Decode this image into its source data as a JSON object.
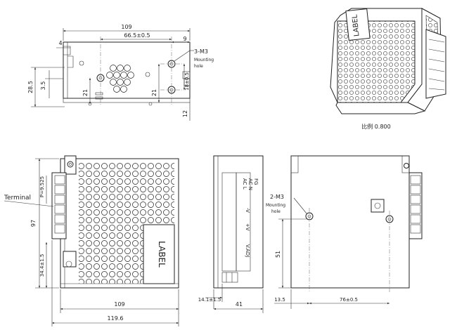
{
  "top_view": {
    "dim_width": "109",
    "dim_hole_spacing": "66.5±0.5",
    "dim_left_offset": "4",
    "dim_right_offset": "9",
    "dim_height": "28.5",
    "dim_small": "3.5",
    "dim_v1": "21",
    "dim_v2": "21",
    "dim_v3": "18±0.5",
    "dim_bottom": "12",
    "mount_label_1": "3-M3",
    "mount_label_2": "Mounting",
    "mount_label_3": "hole"
  },
  "iso_view": {
    "label": "LABEL",
    "scale": "比例 0.800"
  },
  "front_view": {
    "terminal_label": "Terminal",
    "dim_pitch": "P=9.525",
    "dim_height": "97",
    "dim_offset": "34.4±1.5",
    "dim_inner_width": "109",
    "dim_total_width": "119.6",
    "label": "LABEL"
  },
  "side_view": {
    "terminal_text_1": "AC L",
    "terminal_text_2": "AC N",
    "terminal_text_3": "FG",
    "terminal_text_4": "-V",
    "terminal_text_5": "+V",
    "terminal_text_6": "V.ADJ",
    "dim_offset": "14.1±1.5",
    "dim_width": "41"
  },
  "rear_view": {
    "mount_label_1": "2-M3",
    "mount_label_2": "Mounting",
    "mount_label_3": "hole",
    "dim_height": "51",
    "dim_left": "13.5",
    "dim_spacing": "76±0.5"
  }
}
